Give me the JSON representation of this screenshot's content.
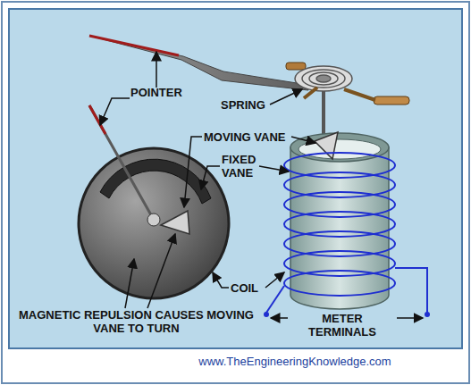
{
  "diagram": {
    "labels": [
      "POINTER",
      "SPRING",
      "MOVING VANE",
      "FIXED VANE",
      "COIL",
      "METER TERMINALS",
      "MAGNETIC REPULSION CAUSES MOVING VANE TO TURN",
      "www.TheEngineeringKnowledge.com"
    ]
  }
}
